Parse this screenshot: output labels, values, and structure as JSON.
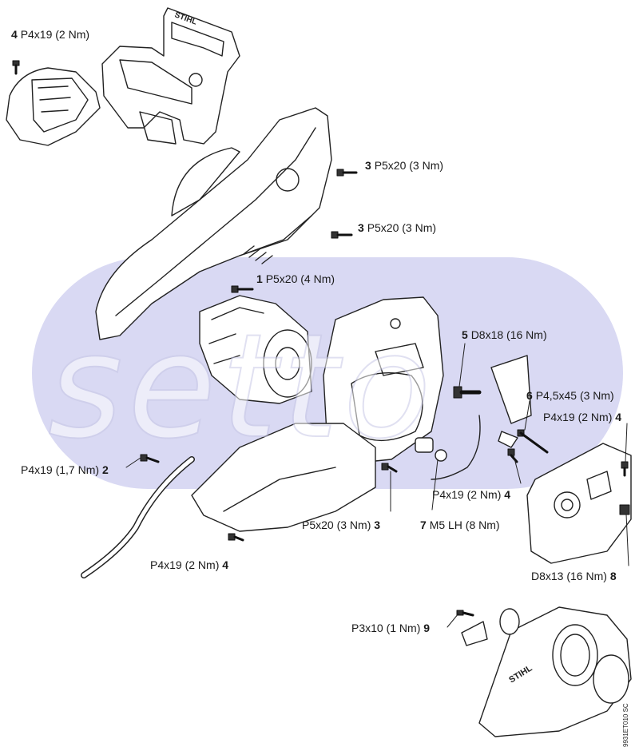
{
  "watermark": {
    "text": "setto",
    "band_color": "#d9d9f3"
  },
  "callouts": [
    {
      "num": "4",
      "spec": "P4x19 (2 Nm)",
      "num_first": true
    },
    {
      "num": "3",
      "spec": "P5x20 (3 Nm)",
      "num_first": true
    },
    {
      "num": "3",
      "spec": "P5x20 (3 Nm)",
      "num_first": true
    },
    {
      "num": "1",
      "spec": "P5x20 (4 Nm)",
      "num_first": true
    },
    {
      "num": "5",
      "spec": "D8x18 (16 Nm)",
      "num_first": true
    },
    {
      "num": "6",
      "spec": "P4,5x45 (3 Nm)",
      "num_first": true
    },
    {
      "num": "4",
      "spec": "P4x19 (2 Nm)",
      "num_first": false
    },
    {
      "num": "2",
      "spec": "P4x19 (1,7 Nm)",
      "num_first": false
    },
    {
      "num": "3",
      "spec": "P5x20 (3 Nm)",
      "num_first": false
    },
    {
      "num": "7",
      "spec": "M5 LH (8 Nm)",
      "num_first": true
    },
    {
      "num": "4",
      "spec": "P4x19 (2 Nm)",
      "num_first": false
    },
    {
      "num": "4",
      "spec": "P4x19 (2 Nm)",
      "num_first": false
    },
    {
      "num": "8",
      "spec": "D8x13 (16 Nm)",
      "num_first": false
    },
    {
      "num": "9",
      "spec": "P3x10 (1 Nm)",
      "num_first": false
    }
  ],
  "logos": {
    "cover_brand": "STIHL",
    "handle_brand": "STIHL"
  },
  "drawing_code": "9931ET010 SC"
}
